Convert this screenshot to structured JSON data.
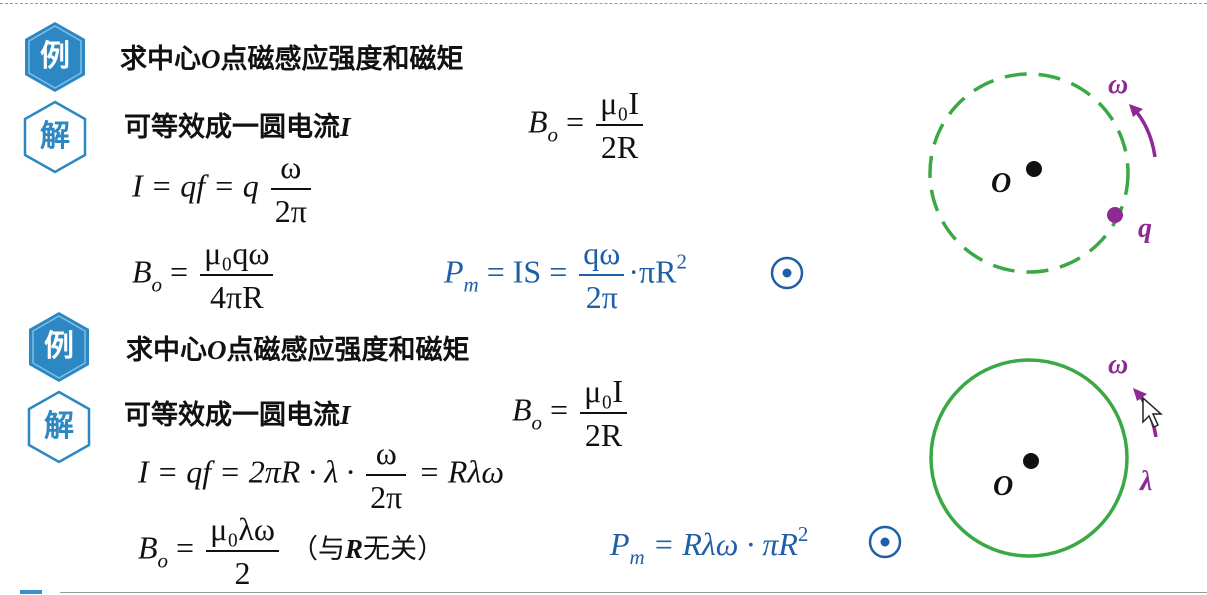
{
  "example_badge": "例",
  "solution_badge": "解",
  "problem1": {
    "title_pre": "求中心",
    "title_O": "O",
    "title_post": "点磁感应强度和磁矩",
    "circuit_text_pre": "可等效成一圆电流",
    "circuit_text_I": "I",
    "eq_Bo_num": "μ₀I",
    "eq_Bo_den": "2R",
    "eq_I_lhs": "I = qf = q",
    "eq_I_num": "ω",
    "eq_I_den": "2π",
    "eq_B_num": "μ₀qω",
    "eq_B_den": "4πR",
    "eq_P_mid": "= IS =",
    "eq_P_num": "qω",
    "eq_P_den": "2π",
    "eq_P_tail": "·πR",
    "figure": {
      "center_label": "O",
      "charge_label": "q",
      "omega_label": "ω",
      "circle_style": "dashed",
      "circle_color": "#3aa845"
    }
  },
  "problem2": {
    "title_pre": "求中心",
    "title_O": "O",
    "title_post": "点磁感应强度和磁矩",
    "circuit_text_pre": "可等效成一圆电流",
    "circuit_text_I": "I",
    "eq_Bo_num": "μ₀I",
    "eq_Bo_den": "2R",
    "eq_I_lhs": "I = qf = 2πR · λ ·",
    "eq_I_num": "ω",
    "eq_I_den": "2π",
    "eq_I_rhs": "= Rλω",
    "eq_B_num": "μ₀λω",
    "eq_B_den": "2",
    "note_open": "（与",
    "note_R": "R",
    "note_close": "无关）",
    "eq_P_rhs": "= Rλω · πR",
    "figure": {
      "center_label": "O",
      "density_label": "λ",
      "omega_label": "ω",
      "circle_style": "solid",
      "circle_color": "#3aa845"
    }
  },
  "colors": {
    "badge_blue": "#2c87c3",
    "formula_blue": "#1f5fa8",
    "label_purple": "#8e2a93",
    "circle_green": "#3aa845"
  }
}
